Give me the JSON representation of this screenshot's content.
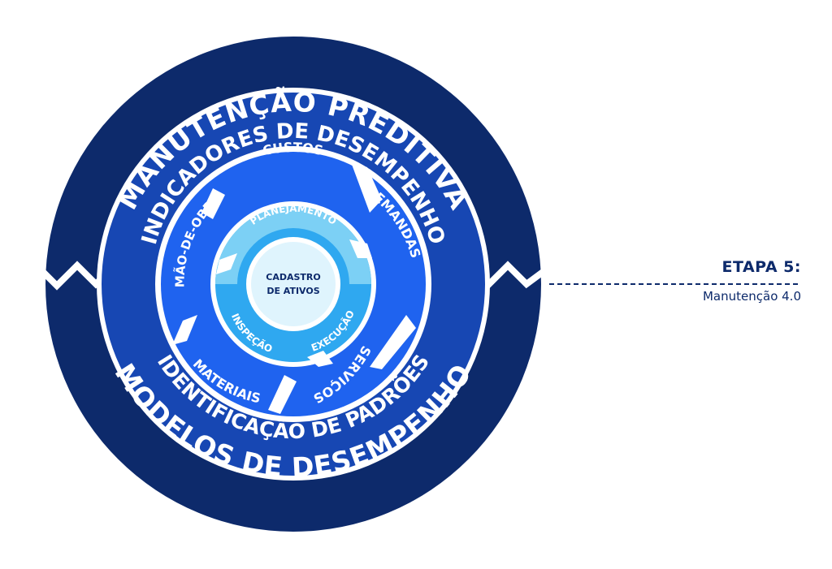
{
  "outer_ring": {
    "top_label": "MANUTENÇÃO PREDITIVA",
    "bottom_label": "MODELOS DE DESEMPENHO"
  },
  "second_ring": {
    "top_label": "INDICADORES DE DESEMPENHO",
    "bottom_label": "IDENTIFICAÇÃO DE PADRÕES"
  },
  "cycle_ring": {
    "segments": [
      "CUSTOS",
      "DEMANDAS",
      "SERVIÇOS",
      "MATERIAIS",
      "MÃO-DE-OBRA"
    ]
  },
  "inner_ring": {
    "segments": [
      "PLANEJAMENTO",
      "EXECUÇÃO",
      "INSPEÇÃO"
    ]
  },
  "center": {
    "line1": "CADASTRO",
    "line2": "DE ATIVOS"
  },
  "stage": {
    "title": "ETAPA 5:",
    "subtitle": "Manutenção 4.0"
  },
  "colors": {
    "outer_ring": "#0d2a6b",
    "second_ring": "#1747b3",
    "cycle_ring": "#1f63ef",
    "inner_ring": "#2fa8f0",
    "inner_ring_light": "#7cd0f5",
    "center": "#dff4fd",
    "center_text": "#0d2a6b"
  }
}
